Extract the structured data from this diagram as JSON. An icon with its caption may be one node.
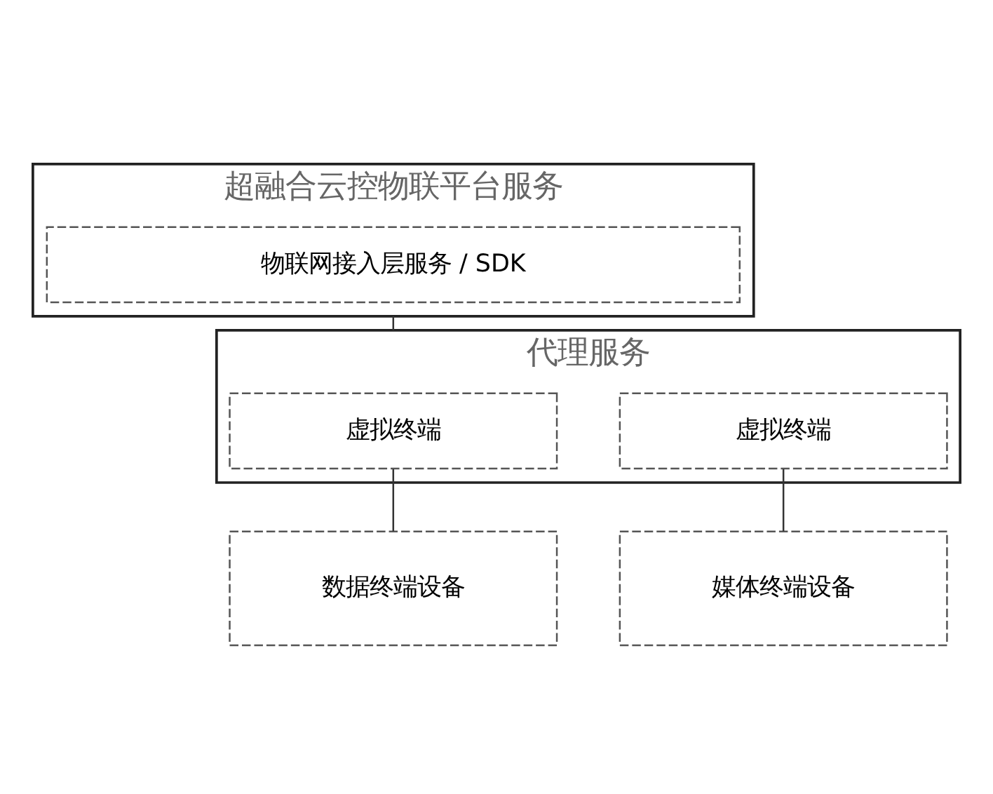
{
  "diagram": {
    "nodes": [
      {
        "text": [
          "超融合云控物联平台服务"
        ]
      },
      {
        "text": [
          "物联网接入层服务 / SDK"
        ],
        "in": 0
      },
      {
        "text": [
          "代理服务"
        ]
      },
      {
        "text": [
          "虚拟终端"
        ],
        "in": 2
      },
      {
        "text": [
          "虚拟终端"
        ],
        "in": 2
      },
      {
        "text": [
          "数据终端设备"
        ]
      },
      {
        "text": [
          "媒体终端设备"
        ]
      }
    ],
    "edges": [
      {
        "from": 0,
        "to": 2,
        "arrow": "none"
      },
      {
        "from": 3,
        "to": 5,
        "arrow": "none"
      },
      {
        "from": 4,
        "to": 6,
        "arrow": "none"
      }
    ]
  }
}
